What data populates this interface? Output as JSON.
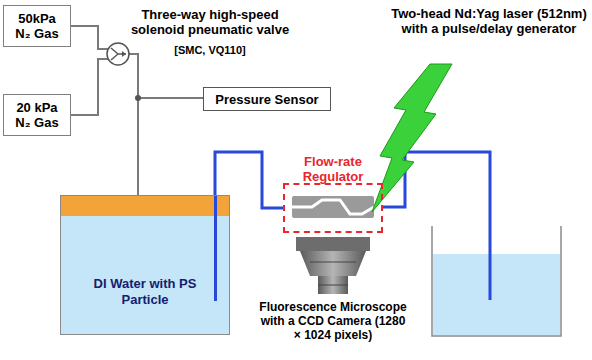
{
  "diagram": {
    "nodes": [
      {
        "text": [
          "50kPa N₂ Gas"
        ]
      },
      {
        "text": [
          "20 kPa N₂ Gas"
        ]
      },
      {
        "text": [
          "Pressure Sensor"
        ]
      },
      {
        "text": [
          "DI Water with PS Particle"
        ]
      },
      {
        "text": [
          "Flow-rate Regulator"
        ]
      }
    ],
    "edges": [
      {
        "from": 3,
        "to": 4,
        "arrow": "none"
      }
    ],
    "labels": [
      "Three-way high-speed solenoid pneumatic valve",
      "[SMC, VQ110]",
      "Two-head Nd:Yag laser (512nm) with a pulse/delay generator",
      "Fluorescence Microscope with a CCD Camera (1280 × 1024 pixels)"
    ]
  }
}
